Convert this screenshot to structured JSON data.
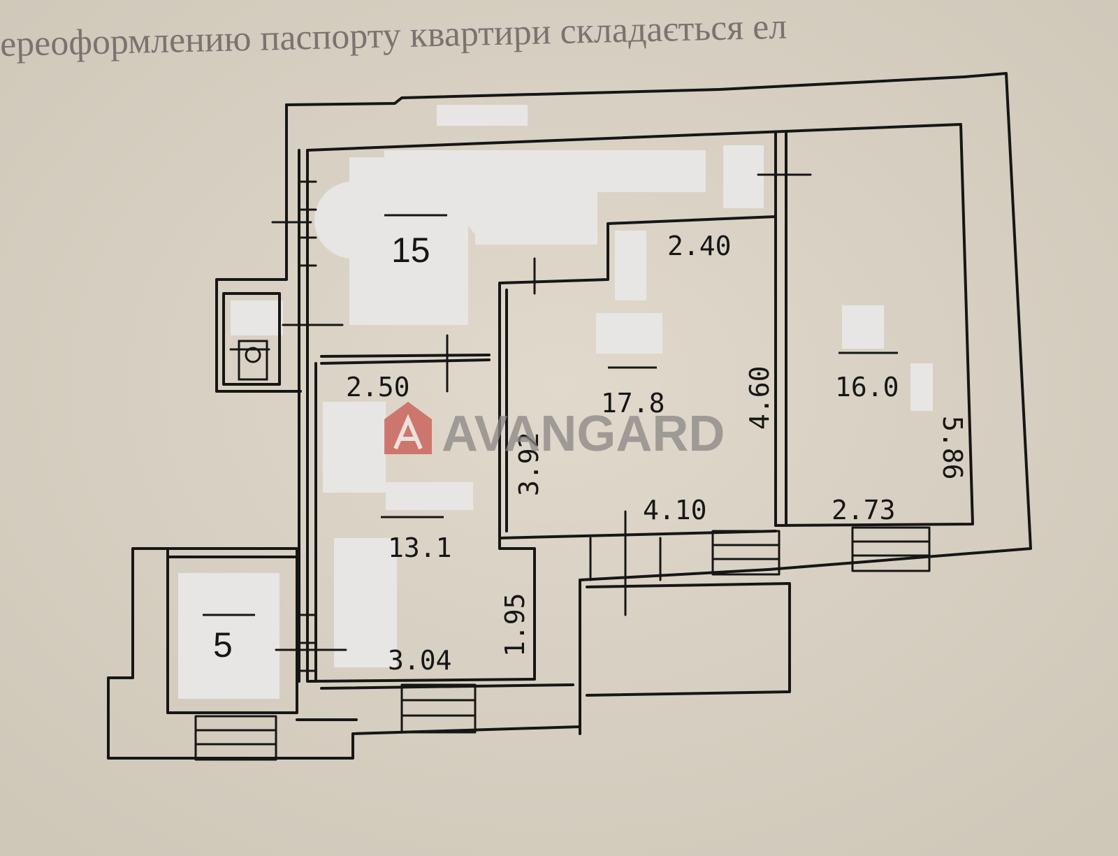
{
  "header_text": "ереоформлению паспорту квартири складається ел",
  "watermark": {
    "text": "AVANGARD",
    "color": "#c8574f"
  },
  "rooms": [
    {
      "id": "room-15",
      "area": "15"
    },
    {
      "id": "room-17-8",
      "area": "17.8"
    },
    {
      "id": "room-16-0",
      "area": "16.0"
    },
    {
      "id": "room-13-1",
      "area": "13.1"
    },
    {
      "id": "room-5",
      "area": "5"
    }
  ],
  "dimensions": {
    "d_2_40": "2.40",
    "d_2_50": "2.50",
    "d_3_92": "3.92",
    "d_4_60": "4.60",
    "d_4_10": "4.10",
    "d_2_73": "2.73",
    "d_5_86": "5.86",
    "d_1_95": "1.95",
    "d_3_04": "3.04"
  },
  "colors": {
    "paper": "#d9d2c5",
    "ink": "#161616",
    "redaction": "#e8e6e4"
  }
}
